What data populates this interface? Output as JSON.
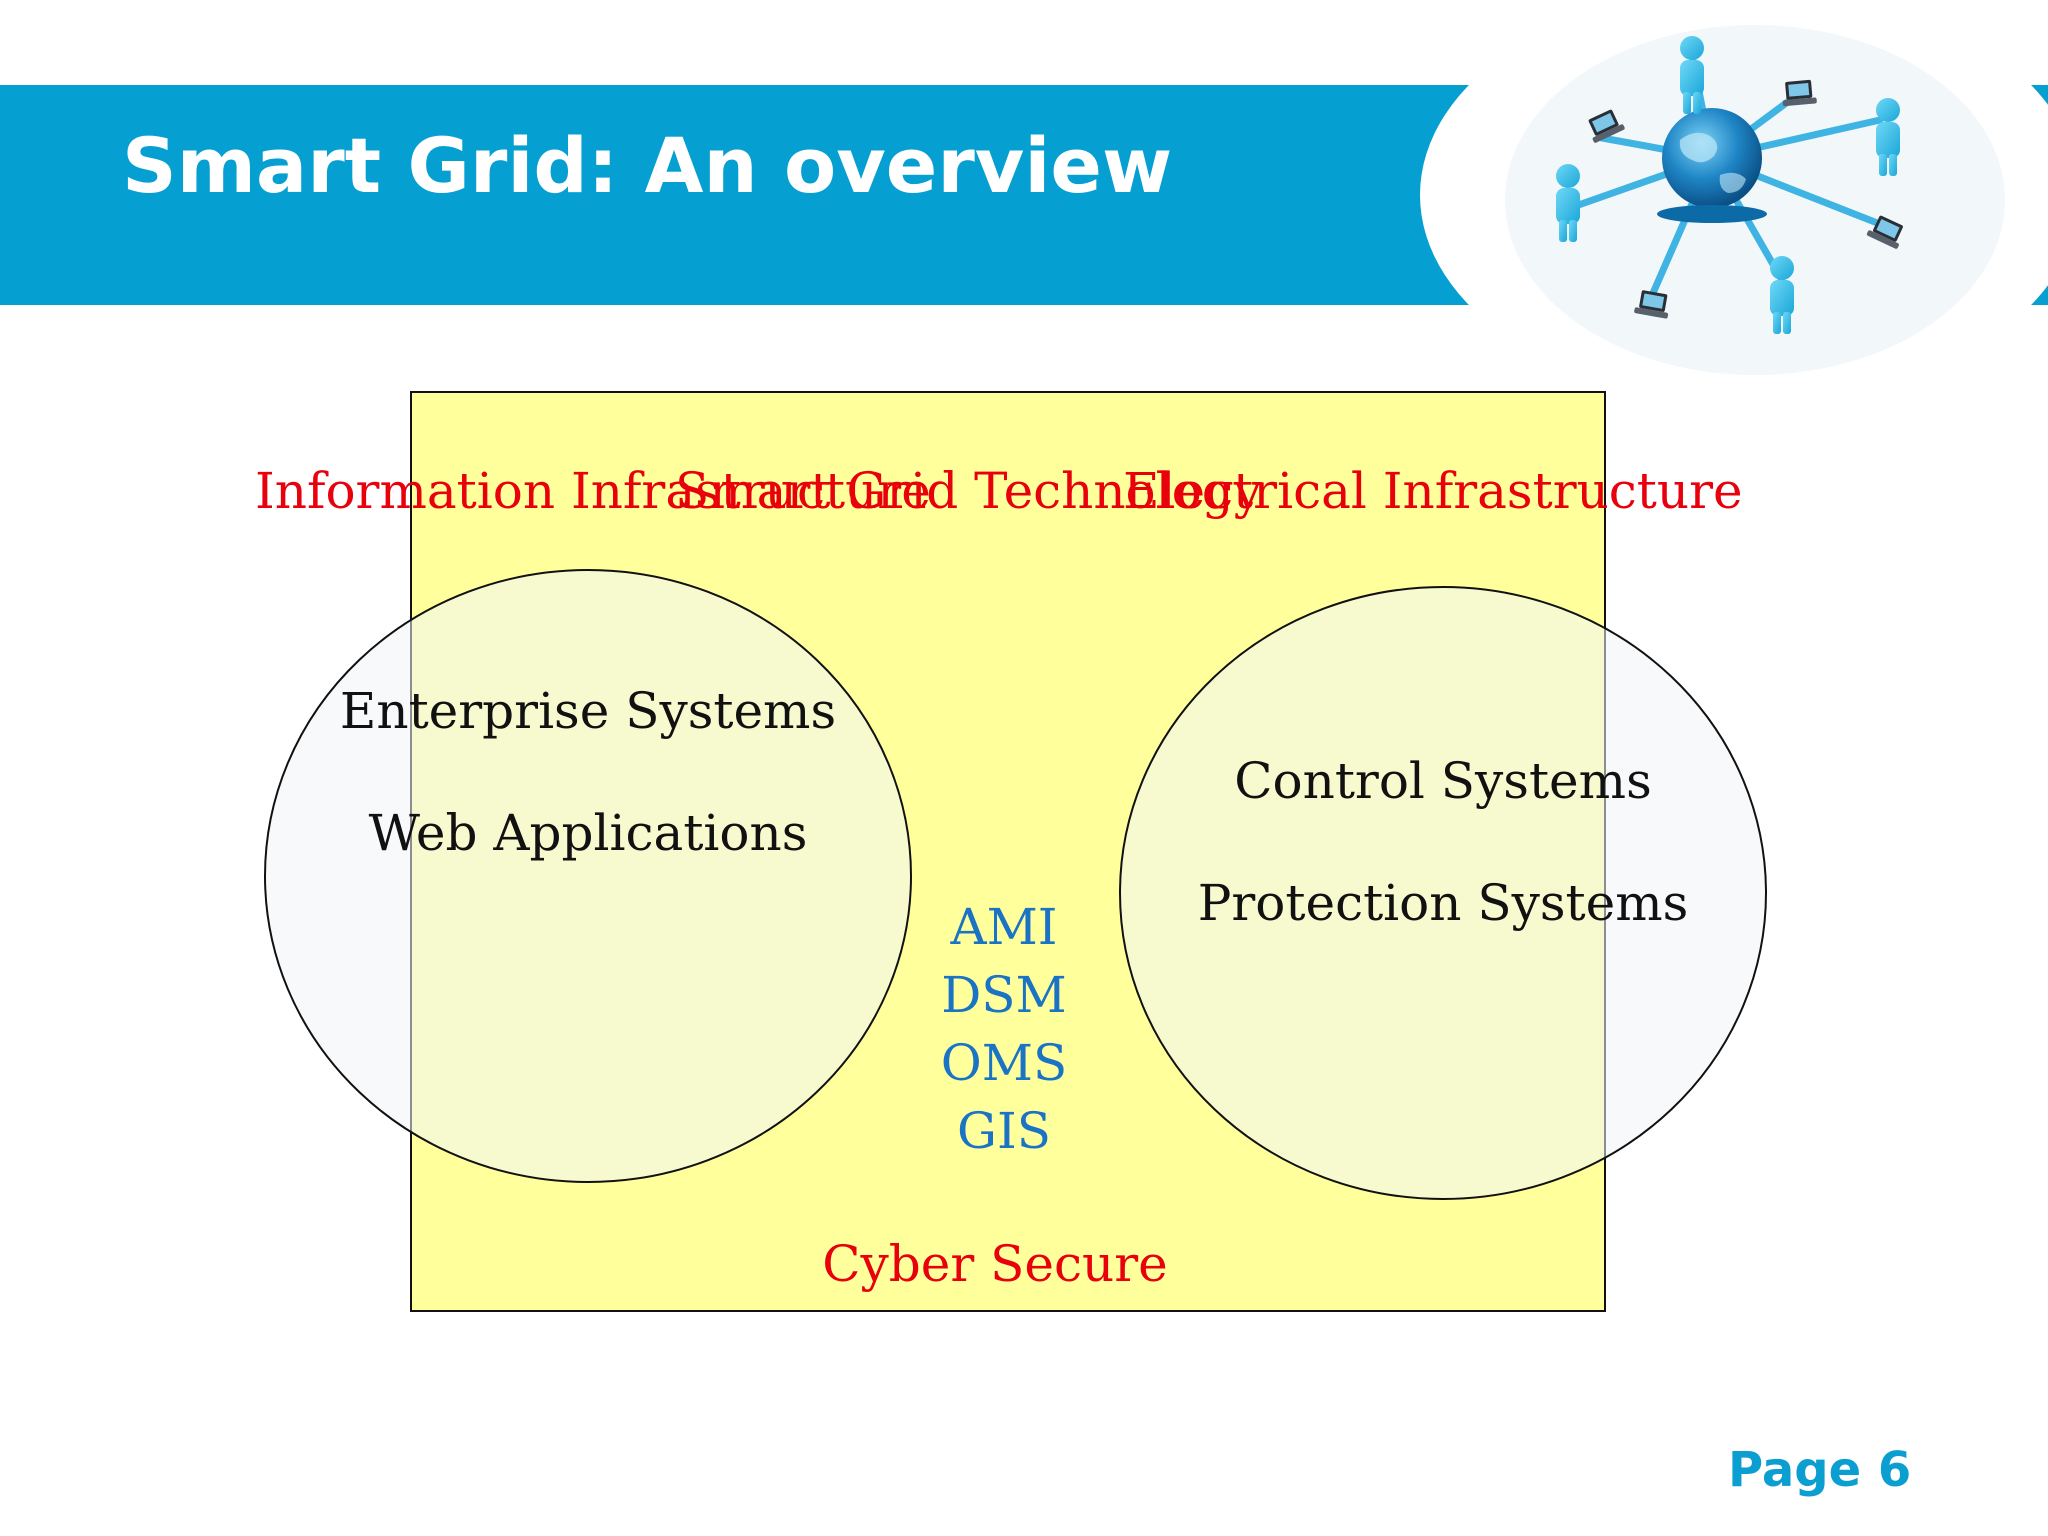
{
  "slide": {
    "title": "Smart Grid: An overview",
    "page_label": "Page 6"
  },
  "diagram": {
    "center_box": {
      "title": "Smart Grid Technology",
      "items": [
        "AMI",
        "DSM",
        "OMS",
        "GIS"
      ],
      "footer": "Cyber Secure"
    },
    "left_circle": {
      "title": "Information Infrastructure",
      "items": [
        "Enterprise Systems",
        "Web Applications"
      ]
    },
    "right_circle": {
      "title": "Electrical Infrastructure",
      "items": [
        "Control Systems",
        "Protection Systems"
      ]
    }
  },
  "colors": {
    "header_band": "#069fd1",
    "box_fill": "#ffff9c",
    "circle_fill": "#f0f4f8",
    "category_title": "#e8000d",
    "center_items": "#1a73c4",
    "page_label": "#0b9ed0"
  },
  "icons": [
    "globe-icon",
    "person-icon",
    "laptop-icon"
  ]
}
